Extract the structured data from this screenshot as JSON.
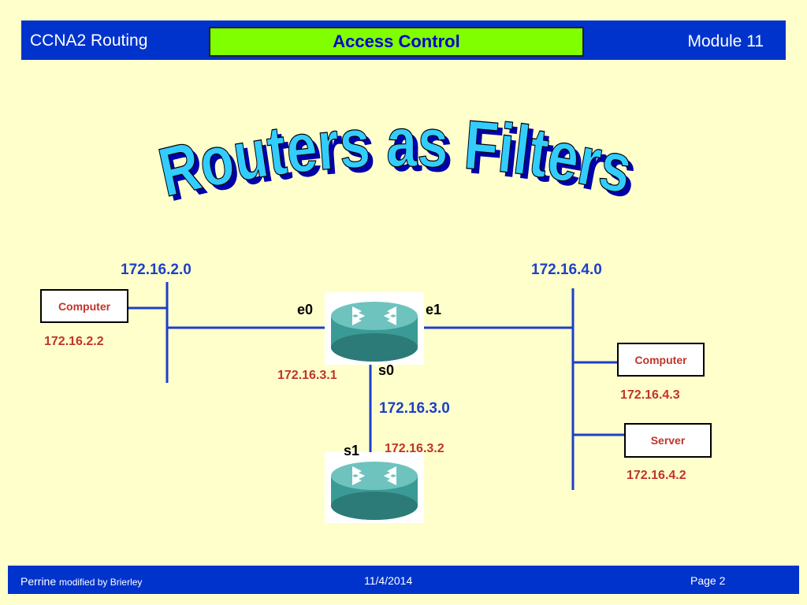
{
  "header": {
    "course": "CCNA2 Routing",
    "section": "Access Control",
    "module": "Module 11"
  },
  "slide_title": "Routers as Filters",
  "diagram": {
    "networks": {
      "left": "172.16.2.0",
      "right": "172.16.4.0",
      "serial": "172.16.3.0"
    },
    "ports": {
      "e0": "e0",
      "e1": "e1",
      "s0": "s0",
      "s1": "s1"
    },
    "hosts": {
      "left_computer": {
        "label": "Computer",
        "ip": "172.16.2.2"
      },
      "right_computer": {
        "label": "Computer",
        "ip": "172.16.4.3"
      },
      "server": {
        "label": "Server",
        "ip": "172.16.4.2"
      }
    },
    "router_ips": {
      "s0": "172.16.3.1",
      "s1": "172.16.3.2"
    }
  },
  "footer": {
    "author": "Perrine",
    "modifier": "modified by Brierley",
    "date": "11/4/2014",
    "page": "Page 2"
  },
  "colors": {
    "background": "#FFFFCC",
    "header": "#0033CC",
    "section_box": "#80FF00",
    "title_fill": "#33CCFF",
    "title_shadow": "#0000AA",
    "network_label": "#1E3FC8",
    "ip_label": "#C0342A",
    "router": "#3A9A96"
  },
  "icons": [
    "router-icon"
  ]
}
